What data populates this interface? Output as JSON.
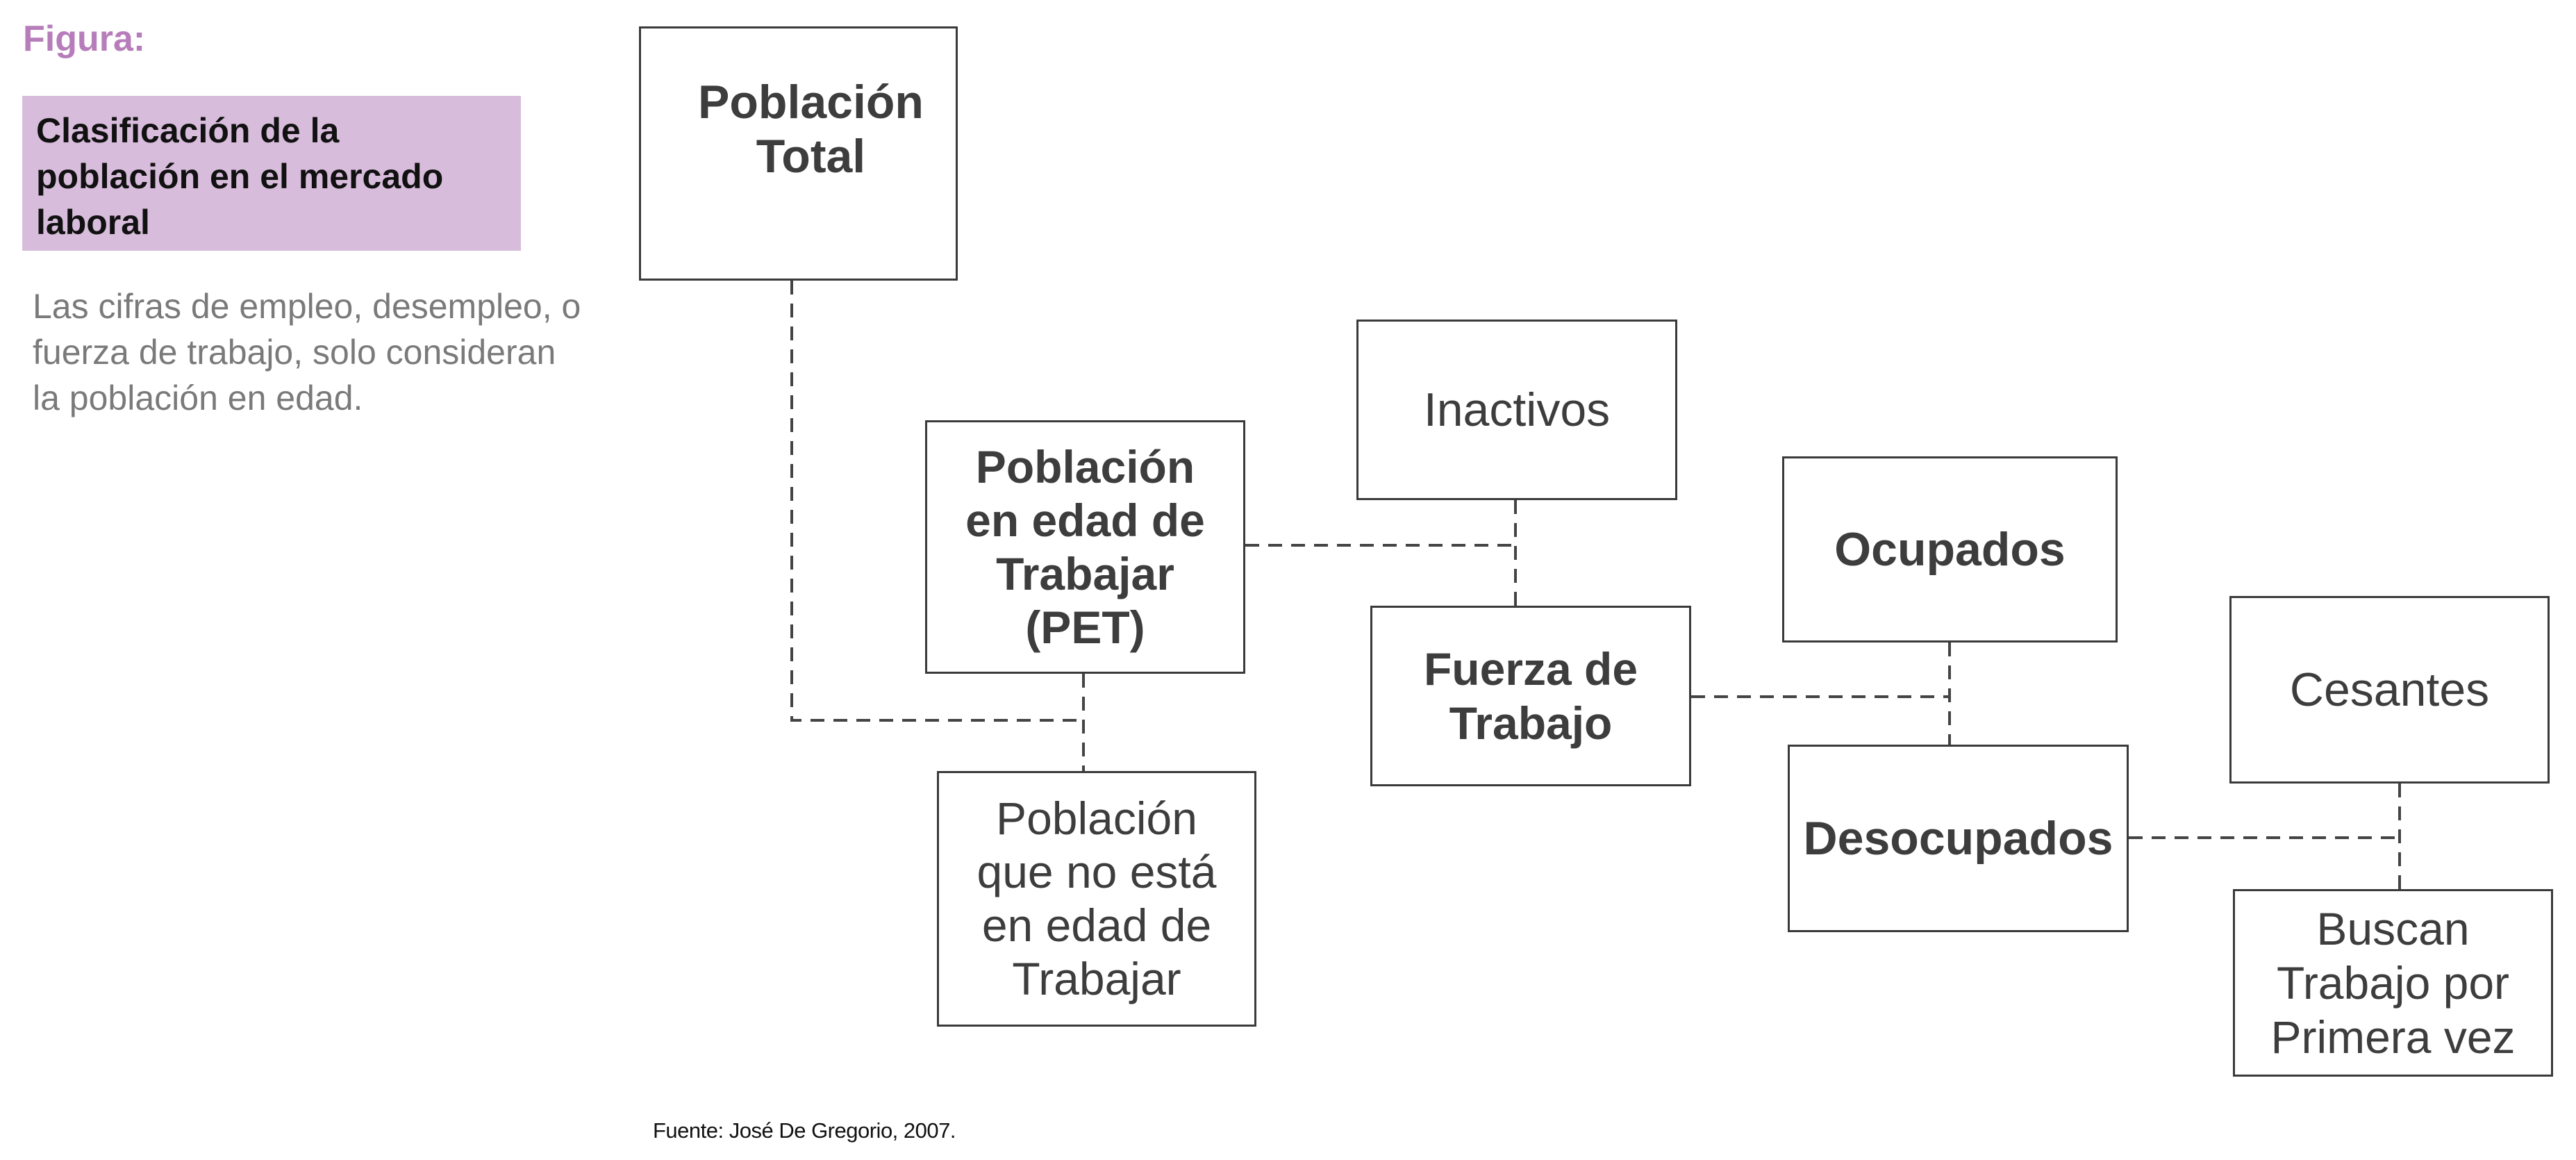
{
  "header": {
    "figure_label": "Figura:",
    "title": "Clasificación de la población en el mercado laboral",
    "description": "Las cifras de empleo, desempleo, o fuerza de trabajo, solo consideran la población en edad."
  },
  "diagram": {
    "nodes": {
      "poblacion_total": "Población\nTotal",
      "pet": "Población\nen edad de\nTrabajar\n(PET)",
      "no_pet": "Población\nque no está\nen edad de\nTrabajar",
      "inactivos": "Inactivos",
      "fuerza_trabajo": "Fuerza de\nTrabajo",
      "ocupados": "Ocupados",
      "desocupados": "Desocupados",
      "cesantes": "Cesantes",
      "buscan": "Buscan\nTrabajo por\nPrimera vez"
    }
  },
  "footer": {
    "source": "Fuente: José De Gregorio, 2007."
  }
}
